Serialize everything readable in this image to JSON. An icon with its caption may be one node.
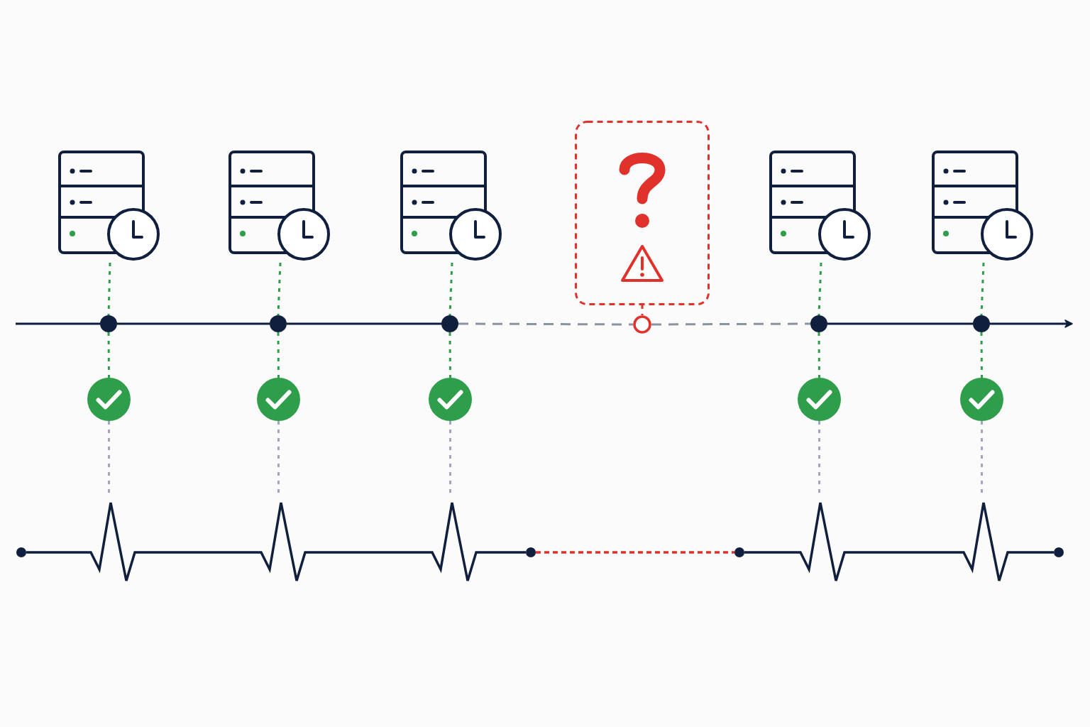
{
  "diagram": {
    "nodes": [
      {
        "text": [],
        "shape": "server"
      },
      {
        "text": [],
        "shape": "server"
      },
      {
        "text": [],
        "shape": "server"
      },
      {
        "text": [],
        "shape": "box"
      },
      {
        "text": [],
        "shape": "server"
      },
      {
        "text": [],
        "shape": "server"
      },
      {
        "text": [],
        "shape": "circle"
      },
      {
        "text": [],
        "shape": "circle"
      },
      {
        "text": [],
        "shape": "circle"
      },
      {
        "text": [],
        "shape": "circle"
      },
      {
        "text": [],
        "shape": "circle"
      },
      {
        "text": [],
        "shape": "circle"
      },
      {
        "text": [],
        "shape": "circle"
      },
      {
        "text": [],
        "shape": "circle"
      },
      {
        "text": [],
        "shape": "circle"
      },
      {
        "text": [],
        "shape": "circle"
      },
      {
        "text": [],
        "shape": "circle"
      },
      {
        "text": [],
        "shape": "circle"
      },
      {
        "text": [],
        "shape": "circle"
      },
      {
        "text": [],
        "shape": "circle"
      },
      {
        "text": [],
        "shape": "circle"
      }
    ],
    "edges": [
      {
        "from": 0,
        "to": 6,
        "arrow": "none",
        "style": "dashed",
        "color": "#2e9e4a"
      },
      {
        "from": 1,
        "to": 7,
        "arrow": "none",
        "style": "dashed",
        "color": "#2e9e4a"
      },
      {
        "from": 2,
        "to": 8,
        "arrow": "none",
        "style": "dashed",
        "color": "#2e9e4a"
      },
      {
        "from": 4,
        "to": 10,
        "arrow": "none",
        "style": "dashed",
        "color": "#2e9e4a"
      },
      {
        "from": 5,
        "to": 11,
        "arrow": "none",
        "style": "dashed",
        "color": "#2e9e4a"
      },
      {
        "from": 3,
        "to": 9,
        "arrow": "none",
        "style": "dashed",
        "color": "#e0322a"
      },
      {
        "from": null,
        "to": 6,
        "arrow": "none",
        "color": "#0f1f3d"
      },
      {
        "from": 6,
        "to": 7,
        "arrow": "none",
        "color": "#0f1f3d"
      },
      {
        "from": 7,
        "to": 8,
        "arrow": "none",
        "color": "#0f1f3d"
      },
      {
        "from": 8,
        "to": 9,
        "arrow": "none",
        "style": "dashed",
        "color": "#8a93a3"
      },
      {
        "from": 9,
        "to": 10,
        "arrow": "none",
        "style": "dashed",
        "color": "#8a93a3"
      },
      {
        "from": 10,
        "to": 11,
        "arrow": "none",
        "color": "#0f1f3d"
      },
      {
        "from": 11,
        "to": null,
        "arrow": "to",
        "color": "#0f1f3d"
      },
      {
        "from": 6,
        "to": 12,
        "arrow": "none",
        "style": "dashed",
        "color": "#2e9e4a"
      },
      {
        "from": 7,
        "to": 13,
        "arrow": "none",
        "style": "dashed",
        "color": "#2e9e4a"
      },
      {
        "from": 8,
        "to": 14,
        "arrow": "none",
        "style": "dashed",
        "color": "#2e9e4a"
      },
      {
        "from": 10,
        "to": 15,
        "arrow": "none",
        "style": "dashed",
        "color": "#2e9e4a"
      },
      {
        "from": 11,
        "to": 16,
        "arrow": "none",
        "style": "dashed",
        "color": "#2e9e4a"
      },
      {
        "from": 12,
        "to": null,
        "arrow": "none",
        "style": "dashed",
        "color": "#a3a3c2"
      },
      {
        "from": 13,
        "to": null,
        "arrow": "none",
        "style": "dashed",
        "color": "#a3a3c2"
      },
      {
        "from": 14,
        "to": null,
        "arrow": "none",
        "style": "dashed",
        "color": "#a3a3c2"
      },
      {
        "from": 15,
        "to": null,
        "arrow": "none",
        "style": "dashed",
        "color": "#a3a3c2"
      },
      {
        "from": 16,
        "to": null,
        "arrow": "none",
        "style": "dashed",
        "color": "#a3a3c2"
      },
      {
        "from": 17,
        "to": 18,
        "arrow": "none",
        "color": "#0f1f3d"
      },
      {
        "from": 18,
        "to": 19,
        "arrow": "none",
        "style": "dashed",
        "color": "#e0322a"
      },
      {
        "from": 19,
        "to": 20,
        "arrow": "none",
        "color": "#0f1f3d"
      }
    ]
  }
}
